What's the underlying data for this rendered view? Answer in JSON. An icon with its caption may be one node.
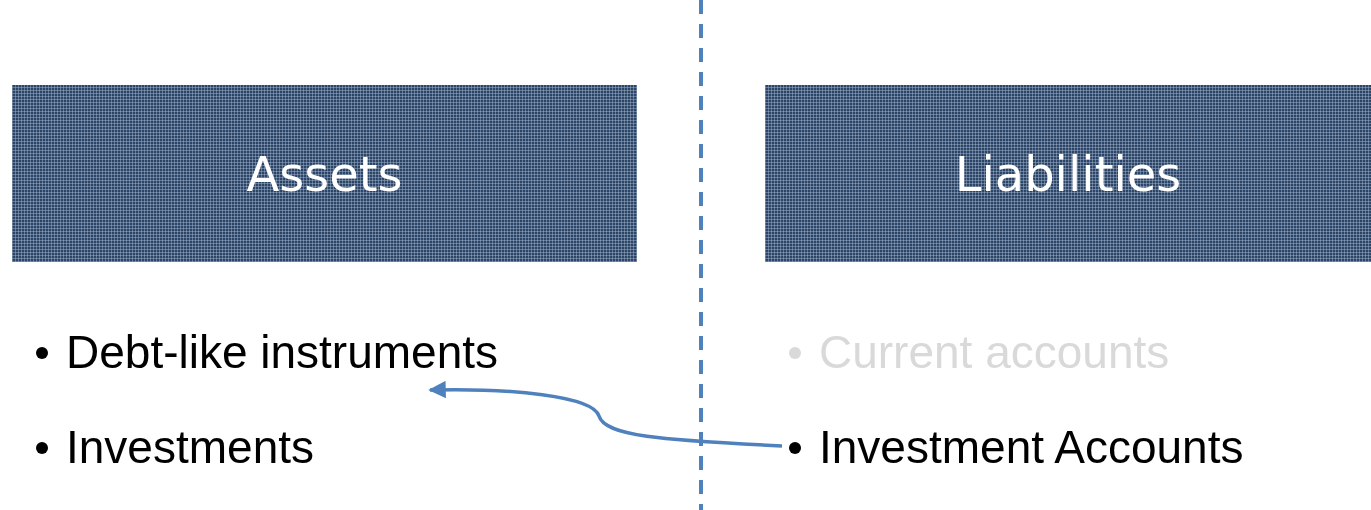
{
  "diagram": {
    "nodes": [
      {
        "text": [
          "Assets"
        ]
      },
      {
        "text": [
          "Liabilities"
        ]
      },
      {
        "text": [
          "Debt-like instruments"
        ]
      },
      {
        "text": [
          "Investment Accounts"
        ]
      }
    ],
    "edges": [
      {
        "from": 3,
        "to": 2,
        "arrow": "to"
      }
    ],
    "labels": [
      "Current accounts",
      "Investments"
    ]
  }
}
